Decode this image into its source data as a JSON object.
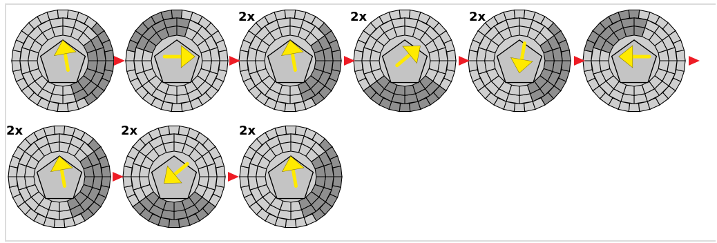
{
  "colors": {
    "sticker": "#cfcfcf",
    "sticker_shadow": "#8f8f8f",
    "sticker_dark": "#5a5a5a",
    "center_face": "#c4c4c4",
    "outline": "#000000",
    "arrow": "#ffea00",
    "arrow_outline": "#8a7a00",
    "separator": "#ee1c25",
    "frame": "#dcdcdc"
  },
  "steps": [
    {
      "label": "",
      "shade": "right",
      "arrow": "up"
    },
    {
      "label": "",
      "shade": "upleft",
      "arrow": "right"
    },
    {
      "label": "2x",
      "shade": "right",
      "arrow": "up"
    },
    {
      "label": "2x",
      "shade": "bottom",
      "arrow": "upright"
    },
    {
      "label": "2x",
      "shade": "right",
      "arrow": "down"
    },
    {
      "label": "",
      "shade": "upleft",
      "arrow": "left"
    },
    {
      "label": "2x",
      "shade": "right",
      "arrow": "up"
    },
    {
      "label": "2x",
      "shade": "bottom",
      "arrow": "downleft"
    },
    {
      "label": "2x",
      "shade": "right",
      "arrow": "up"
    }
  ],
  "separator_icon": "red-triangle-arrow"
}
